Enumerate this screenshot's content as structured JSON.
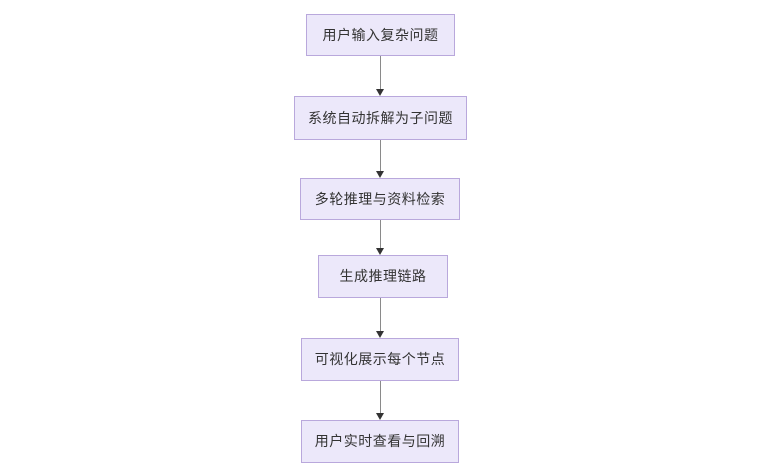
{
  "diagram": {
    "title": "",
    "background_color": "#ffffff",
    "node_fill_color": "#ECE8FA",
    "node_border_color": "#B9A8DC",
    "node_text_color": "#333333",
    "connector_color": "#8a8a8a",
    "arrowhead_color": "#333333",
    "orientation": "top-to-bottom",
    "nodes": [
      {
        "id": "n1",
        "label": "用户输入复杂问题"
      },
      {
        "id": "n2",
        "label": "系统自动拆解为子问题"
      },
      {
        "id": "n3",
        "label": "多轮推理与资料检索"
      },
      {
        "id": "n4",
        "label": "生成推理链路"
      },
      {
        "id": "n5",
        "label": "可视化展示每个节点"
      },
      {
        "id": "n6",
        "label": "用户实时查看与回溯"
      }
    ],
    "edges": [
      {
        "id": "e1",
        "from": "n1",
        "to": "n2",
        "label": ""
      },
      {
        "id": "e2",
        "from": "n2",
        "to": "n3",
        "label": ""
      },
      {
        "id": "e3",
        "from": "n3",
        "to": "n4",
        "label": ""
      },
      {
        "id": "e4",
        "from": "n4",
        "to": "n5",
        "label": ""
      },
      {
        "id": "e5",
        "from": "n5",
        "to": "n6",
        "label": ""
      }
    ]
  }
}
